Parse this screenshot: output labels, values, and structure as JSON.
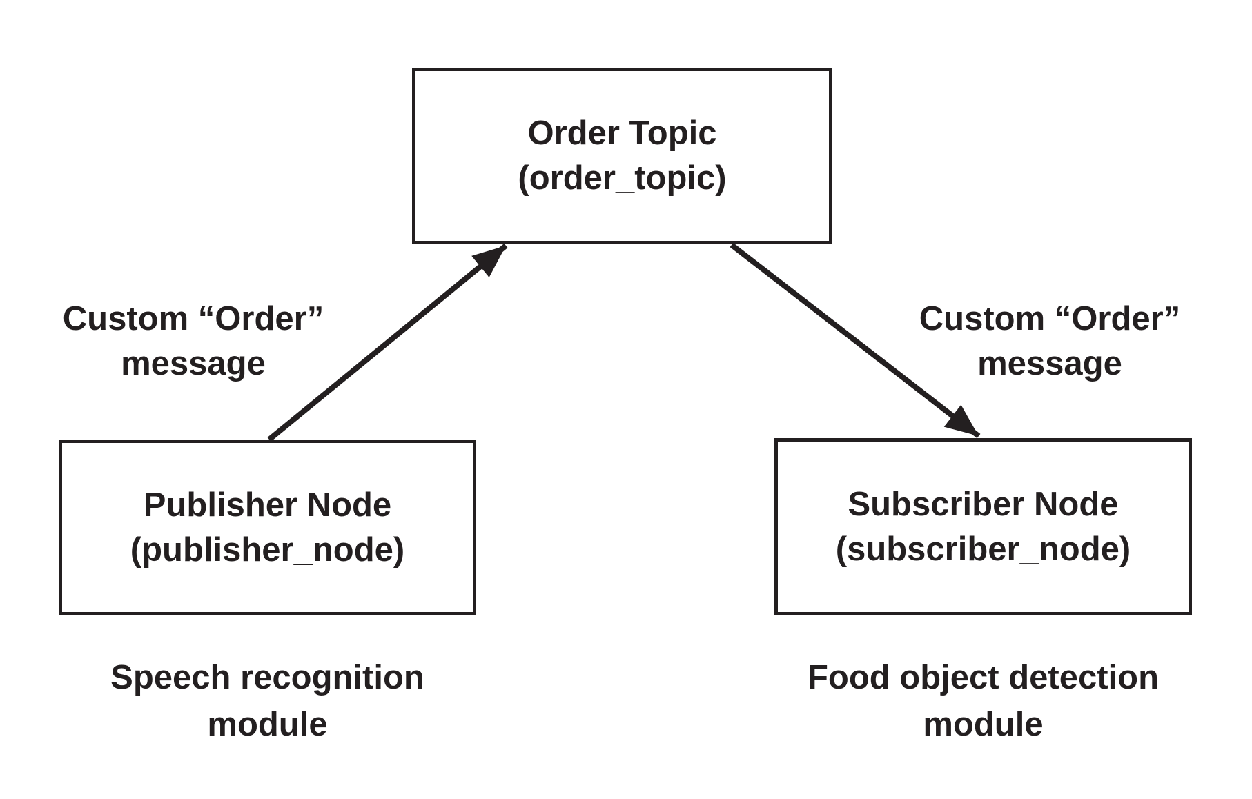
{
  "diagram": {
    "title_hint": "ROS publisher/subscriber order topic diagram",
    "colors": {
      "ink": "#231f20",
      "background": "#ffffff"
    },
    "topic_box": {
      "title": "Order Topic",
      "subtitle": "(order_topic)"
    },
    "publisher_box": {
      "title": "Publisher Node",
      "subtitle": "(publisher_node)"
    },
    "subscriber_box": {
      "title": "Subscriber Node",
      "subtitle": "(subscriber_node)"
    },
    "publisher_caption": {
      "line1": "Speech recognition",
      "line2": "module"
    },
    "subscriber_caption": {
      "line1": "Food object detection",
      "line2": "module"
    },
    "publish_edge_label": {
      "line1": "Custom “Order”",
      "line2": "message"
    },
    "subscribe_edge_label": {
      "line1": "Custom “Order”",
      "line2": "message"
    }
  }
}
